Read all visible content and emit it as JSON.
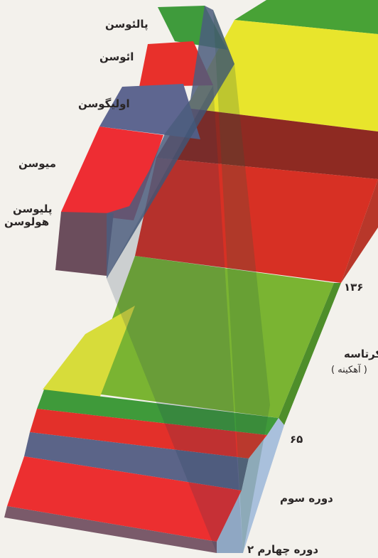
{
  "colors": {
    "green": "#48a236",
    "red": "#ea2e36",
    "slate": "#5a6486",
    "yellow": "#e8e52c",
    "darkred": "#8a2a22",
    "edge_blue": "#a9c0dc"
  },
  "epochs": {
    "paleocene": "پالئوسن",
    "eocene": "ائوسن",
    "oligocene": "اولیگوسن",
    "miocene": "میوسن",
    "pliocene": "پلیوسن",
    "holocene": "هولوسن"
  },
  "periods": {
    "cretaceous": "کرتاسه",
    "cretaceous_sub": "( آهکینه )",
    "tertiary": "دوره سوم",
    "quaternary": "دوره چهارم ۲"
  },
  "ages": {
    "age_136": "۱۳۶",
    "age_65": "۶۵"
  }
}
